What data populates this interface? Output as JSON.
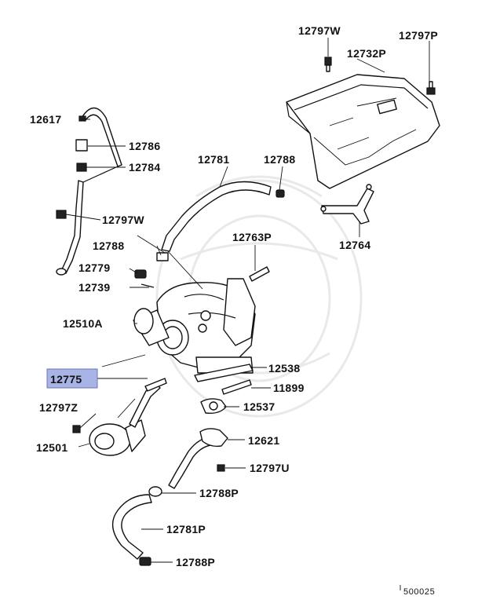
{
  "diagram": {
    "labels": {
      "p12797W_top": "12797W",
      "p12797P": "12797P",
      "p12732P": "12732P",
      "p12617": "12617",
      "p12786": "12786",
      "p12784": "12784",
      "p12781": "12781",
      "p12788_top": "12788",
      "p12797W_mid": "12797W",
      "p12764": "12764",
      "p12788_mid": "12788",
      "p12763P": "12763P",
      "p12779": "12779",
      "p12739": "12739",
      "p12510A": "12510A",
      "p12775": "12775",
      "p12538": "12538",
      "p11899": "11899",
      "p12797Z": "12797Z",
      "p12537": "12537",
      "p12501": "12501",
      "p12621": "12621",
      "p12797U": "12797U",
      "p12788P_mid": "12788P",
      "p12781P": "12781P",
      "p12788P_bot": "12788P"
    },
    "highlighted_part": "12775",
    "highlight_color": "#a9b4e6",
    "reference_number": "500025"
  }
}
